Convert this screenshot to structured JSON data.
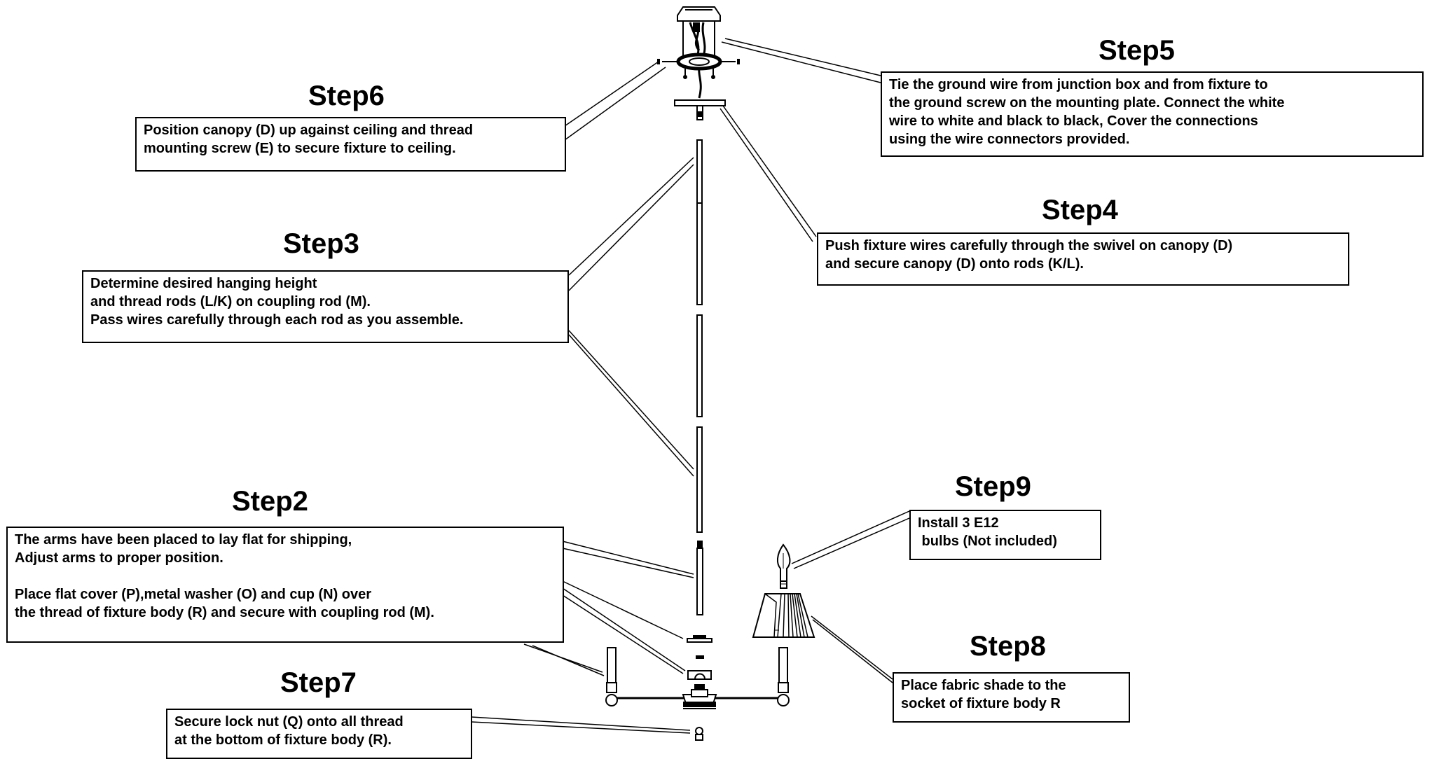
{
  "steps": {
    "step2": {
      "title": "Step2",
      "lines": [
        "The arms have been placed to lay flat for shipping,",
        "Adjust arms to proper position.",
        "",
        "Place flat cover (P),metal washer (O) and cup (N) over",
        "the thread of fixture body (R) and secure with coupling rod (M)."
      ]
    },
    "step3": {
      "title": "Step3",
      "lines": [
        "Determine desired hanging height",
        "and thread rods (L/K) on coupling rod (M).",
        "Pass wires carefully through each rod as you assemble."
      ]
    },
    "step4": {
      "title": "Step4",
      "lines": [
        "Push fixture wires carefully through the swivel on canopy (D)",
        "and secure canopy (D) onto rods (K/L)."
      ]
    },
    "step5": {
      "title": "Step5",
      "lines": [
        "Tie the ground wire from junction box and from fixture to",
        "the ground screw on the mounting plate. Connect the white",
        "wire to white and black to black, Cover the connections",
        "using the wire connectors provided."
      ]
    },
    "step6": {
      "title": "Step6",
      "lines": [
        "Position canopy (D) up against ceiling and thread",
        "mounting screw (E) to secure fixture to ceiling."
      ]
    },
    "step7": {
      "title": "Step7",
      "lines": [
        "Secure lock nut (Q) onto all thread",
        "at the bottom of fixture body (R)."
      ]
    },
    "step8": {
      "title": "Step8",
      "lines": [
        "Place fabric shade to the",
        "socket of fixture body R"
      ]
    },
    "step9": {
      "title": "Step9",
      "lines": [
        "Install 3 E12",
        " bulbs (Not included)"
      ]
    }
  }
}
